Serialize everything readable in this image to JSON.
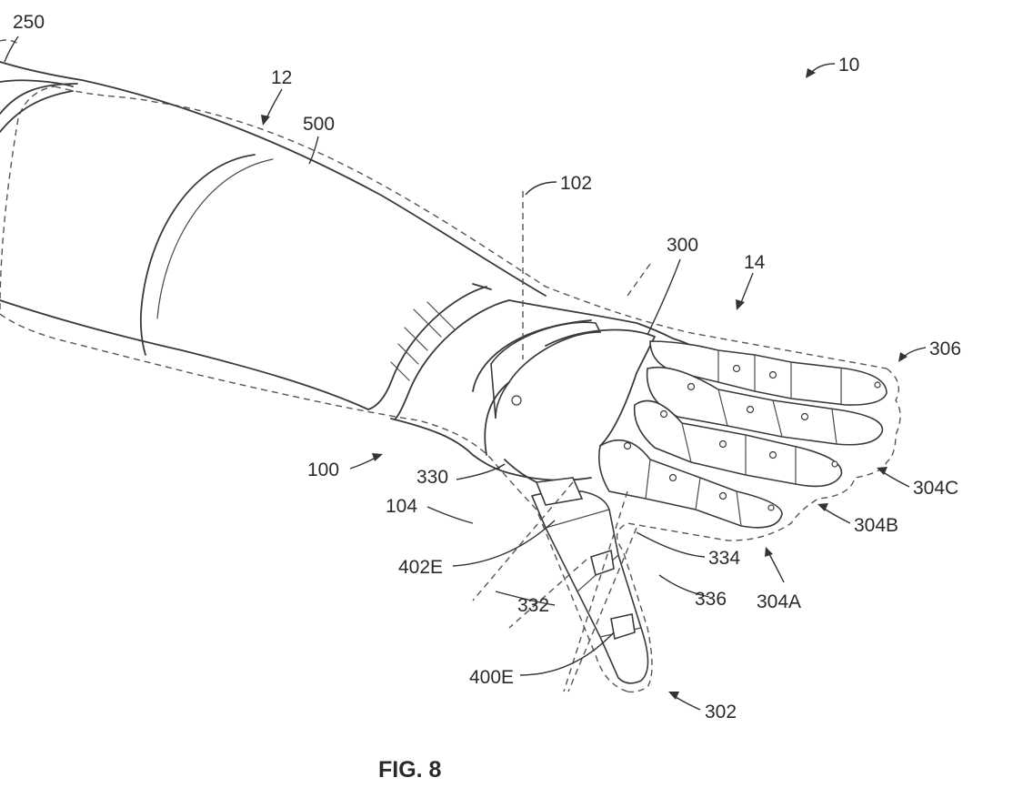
{
  "figure": {
    "caption": "FIG. 8"
  },
  "reference_numerals": {
    "n10": "10",
    "n12": "12",
    "n14": "14",
    "n100": "100",
    "n102": "102",
    "n104": "104",
    "n250": "250",
    "n300": "300",
    "n302": "302",
    "n304A": "304A",
    "n304B": "304B",
    "n304C": "304C",
    "n306": "306",
    "n330": "330",
    "n332": "332",
    "n334": "334",
    "n336": "336",
    "n400E": "400E",
    "n402E": "402E",
    "n500": "500"
  }
}
